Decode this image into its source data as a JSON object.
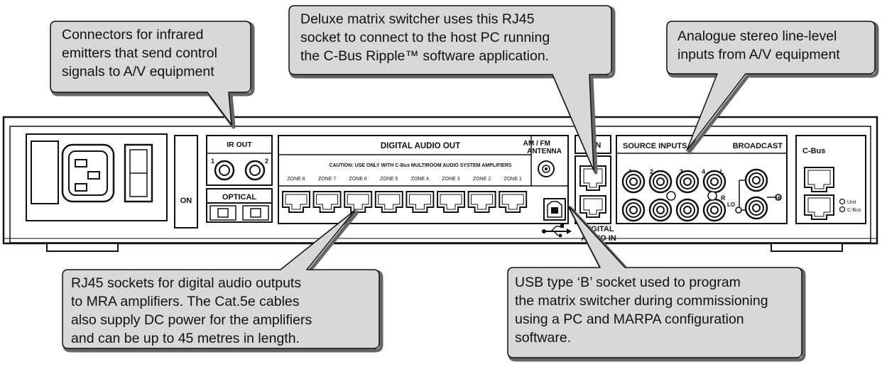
{
  "callouts": {
    "ir": {
      "lines": [
        "Connectors for infrared",
        "emitters that send control",
        "signals to A/V equipment"
      ]
    },
    "rj45_host": {
      "lines": [
        "Deluxe matrix switcher uses this RJ45",
        "socket to connect to the host PC running",
        "the C-Bus Ripple™ software application."
      ]
    },
    "analogue": {
      "lines": [
        "Analogue stereo line-level",
        "inputs from A/V equipment"
      ]
    },
    "audio_out": {
      "lines": [
        "RJ45 sockets for digital audio outputs",
        "to MRA amplifiers. The Cat.5e cables",
        "also supply DC power for the amplifiers",
        "and can be up to 45 metres in length."
      ]
    },
    "usb": {
      "lines": [
        "USB type ‘B’ socket used to program",
        "the matrix switcher during commissioning",
        "using a PC and MARPA configuration",
        "software."
      ]
    }
  },
  "panel": {
    "on_label": "ON",
    "ir_out": {
      "title": "IR OUT",
      "port1": "1",
      "port2": "2"
    },
    "optical": {
      "title": "OPTICAL"
    },
    "digital_audio_out": {
      "title": "DIGITAL  AUDIO  OUT",
      "caution": "CAUTION:  USE ONLY WITH C-Bus MULTIROOM AUDIO SYSTEM AMPLIFIERS",
      "zones": [
        "ZONE 8",
        "ZONE 7",
        "ZONE 6",
        "ZONE 5",
        "ZONE 4",
        "ZONE 3",
        "ZONE 2",
        "ZONE 1"
      ]
    },
    "am_fm": {
      "line1": "AM / FM",
      "line2": "ANTENNA"
    },
    "lan": "LAN",
    "digital_audio_in": {
      "line1": "DIGITAL",
      "line2": "AUDIO IN"
    },
    "source_inputs": {
      "title": "SOURCE INPUTS",
      "numbers": [
        "1",
        "2",
        "3",
        "4"
      ],
      "left": "L",
      "right": "R"
    },
    "broadcast": {
      "title": "BROADCAST",
      "lo": "LO",
      "hi": "HI"
    },
    "cbus": {
      "title": "C-Bus",
      "led_unit": "Unit",
      "led_cbus": "C-Bus"
    }
  }
}
